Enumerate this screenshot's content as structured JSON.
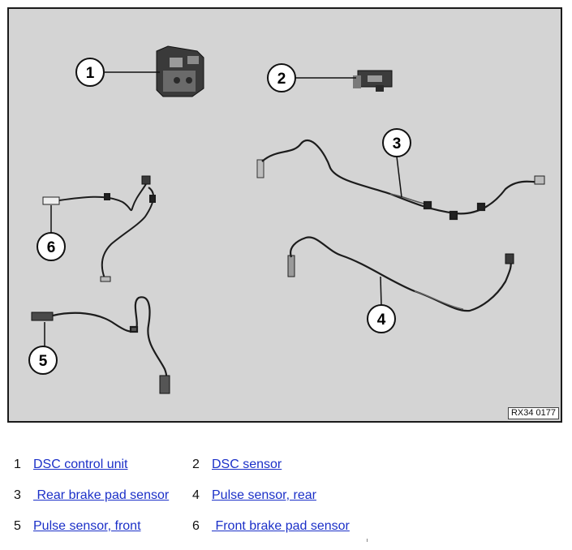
{
  "figure": {
    "code": "RX34 0177",
    "callouts": [
      "1",
      "2",
      "3",
      "4",
      "5",
      "6"
    ]
  },
  "legend": [
    {
      "num": "1",
      "label": "DSC control unit"
    },
    {
      "num": "2",
      "label": "DSC sensor"
    },
    {
      "num": "3",
      "label": " Rear brake pad sensor"
    },
    {
      "num": "4",
      "label": "Pulse sensor, rear"
    },
    {
      "num": "5",
      "label": "Pulse sensor, front"
    },
    {
      "num": "6",
      "label": " Front brake pad sensor"
    }
  ],
  "colors": {
    "figure_bg": "#d4d4d4",
    "link": "#1b30c8",
    "ink": "#1a1a1a"
  }
}
